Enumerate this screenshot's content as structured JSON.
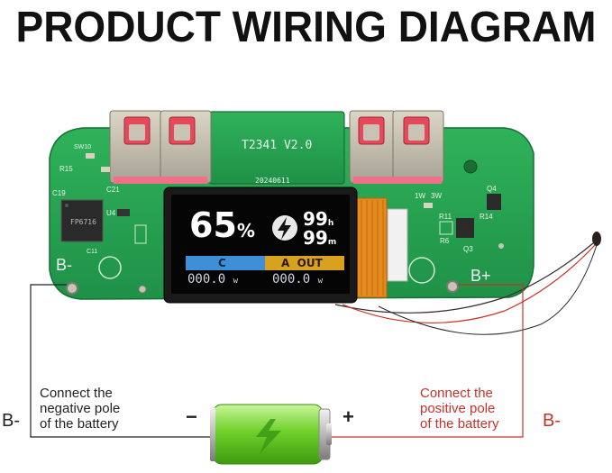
{
  "header": {
    "title": "PRODUCT WIRING DIAGRAM"
  },
  "board": {
    "model": "T2341 V2.0",
    "date_code": "20240611",
    "chip_label": "FP6716",
    "pad_left": "B-",
    "pad_right": "B+",
    "silk_left": [
      "R15",
      "C19",
      "U4",
      "C21",
      "SW10",
      "C11"
    ],
    "silk_right": [
      "Q4",
      "R14",
      "R11",
      "R6",
      "Q3",
      "1W",
      "3W"
    ]
  },
  "display": {
    "percent": "65",
    "percent_sign": "%",
    "hours": "99",
    "hours_unit": "h",
    "minutes": "99",
    "minutes_unit": "m",
    "bar_left": "C",
    "bar_right": "A  OUT",
    "readout_left": "000.0",
    "readout_left_unit": "w",
    "readout_right": "000.0",
    "readout_right_unit": "w",
    "bar_left_color": "#3d8fd6",
    "bar_right_color": "#d9a21e"
  },
  "battery": {
    "neg_sign": "−",
    "pos_sign": "+",
    "body_color": "#6fd12a"
  },
  "labels": {
    "left_terminal": "B-",
    "right_terminal": "B-",
    "left_note": [
      "Connect the",
      "negative pole",
      "of the battery"
    ],
    "right_note": [
      "Connect the",
      "positive pole",
      "of the battery"
    ],
    "wire_black": "#222222",
    "wire_red": "#c8322a"
  }
}
